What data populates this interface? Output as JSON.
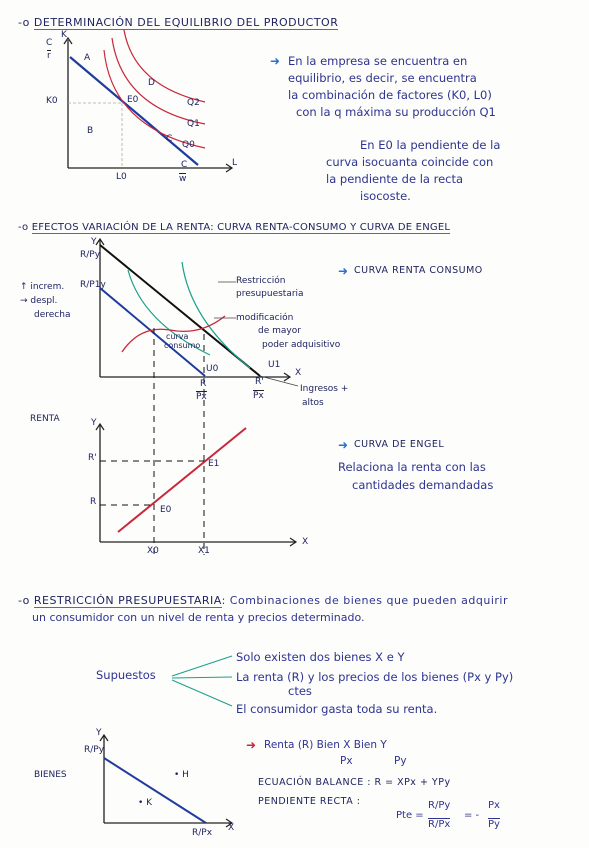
{
  "section1": {
    "title": "DETERMINACIÓN DEL EQUILIBRIO DEL PRODUCTOR",
    "axis_k": "K",
    "axis_l": "L",
    "c_over_r_num": "C",
    "c_over_r_den": "r",
    "c_over_w_num": "C",
    "c_over_w_den": "w",
    "k0": "K0",
    "l0": "L0",
    "point_a": "A",
    "point_b": "B",
    "point_c": "C",
    "point_d": "D",
    "point_e0": "E0",
    "q2": "Q2",
    "q1": "Q1",
    "q0": "Q0",
    "note1_lines": [
      "En la empresa se encuentra en",
      "equilibrio, es decir, se encuentra",
      "la combinación de factores (K0, L0)",
      "con la q máxima su producción Q1"
    ],
    "note2_lines": [
      "En E0 la pendiente de la",
      "curva isocuanta coincide con",
      "la pendiente de la recta",
      "isocoste."
    ]
  },
  "section2": {
    "title": "EFECTOS VARIACIÓN DE LA RENTA: CURVA RENTA-CONSUMO Y CURVA DE ENGEL",
    "axis_y": "Y",
    "axis_x": "X",
    "r_py": "R/Py",
    "r1_py": "R/P1y",
    "increm": "↑ increm.",
    "desplaz": "→ despl.",
    "derecha": "derecha",
    "restriccion": "Restricción",
    "presupuestaria": "presupuestaria",
    "modificacion": "modificación",
    "de_mayor": "de mayor",
    "poder": "poder adquisitivo",
    "curva_consumo_1": "curva",
    "curva_consumo_2": "consumo",
    "u0": "U0",
    "u1": "U1",
    "r_px": "R",
    "r_px_den": "Px",
    "r1_px": "R'",
    "r1_px_den": "Px",
    "ingresos_1": "Ingresos +",
    "ingresos_2": "altos",
    "curva_renta_consumo": "CURVA RENTA CONSUMO",
    "renta": "RENTA",
    "axis_y2": "Y",
    "axis_x2": "X",
    "r_prime": "R'",
    "r": "R",
    "e0": "E0",
    "e1": "E1",
    "x0": "X0",
    "x1": "X1",
    "curva_engel": "CURVA DE ENGEL",
    "engel_note_lines": [
      "Relaciona la renta con las",
      "cantidades demandadas"
    ]
  },
  "section3": {
    "title": "RESTRICCIÓN PRESUPUESTARIA",
    "title_rest": ": Combinaciones de bienes que pueden adquirir",
    "line2": "un consumidor con un nivel de renta y precios determinado.",
    "supuestos": "Supuestos",
    "sup1": "Solo existen dos bienes X e Y",
    "sup2": "La renta (R) y los precios de los bienes (Px y Py)",
    "sup2b": "ctes",
    "sup3": "El consumidor gasta toda su renta.",
    "axis_y": "Y",
    "axis_x": "X",
    "r_py": "R/Py",
    "r_px": "R/Px",
    "point_h": "• H",
    "point_k": "• K",
    "bienes": "BIENES",
    "renta_line": "Renta (R)   Bien X   Bien Y",
    "px": "Px",
    "py": "Py",
    "ecuacion": "ECUACIÓN BALANCE : R = XPx + YPy",
    "pendiente": "PENDIENTE RECTA :",
    "pte": "Pte =",
    "frac1_num": "R/Py",
    "frac1_den": "R/Px",
    "eq": "= -",
    "frac2_num": "Px",
    "frac2_den": "Py"
  }
}
